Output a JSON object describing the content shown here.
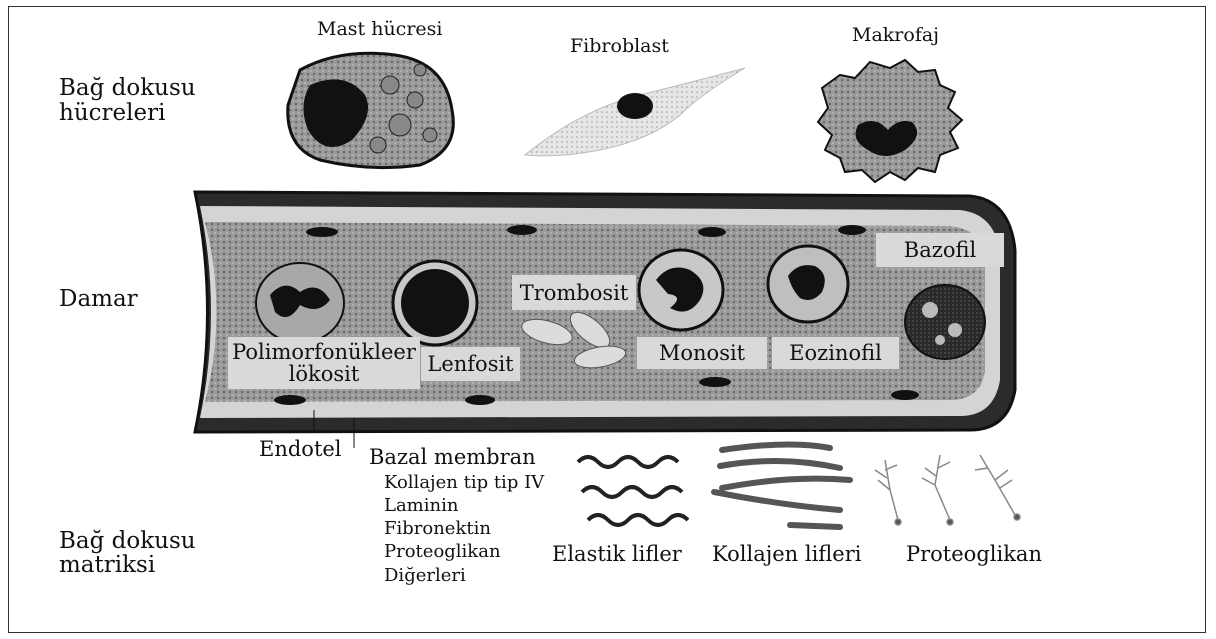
{
  "sections": {
    "cells_line1": "Bağ dokusu",
    "cells_line2": "hücreleri",
    "vessel": "Damar",
    "matrix_line1": "Bağ dokusu",
    "matrix_line2": "matriksi"
  },
  "top_cells": {
    "mast": "Mast hücresi",
    "fibroblast": "Fibroblast",
    "macrophage": "Makrofaj"
  },
  "vessel_cells": {
    "pmn_line1": "Polimorfonükleer",
    "pmn_line2": "lökosit",
    "lymphocyte": "Lenfosit",
    "thrombocyte": "Trombosit",
    "monocyte": "Monosit",
    "eosinophil": "Eozinofil",
    "basophil": "Bazofil"
  },
  "vessel_wall": {
    "endothelium": "Endotel",
    "basal_membrane": "Bazal membran",
    "bm_components": [
      "Kollajen tip tip IV",
      "Laminin",
      "Fibronektin",
      "Proteoglikan",
      "Diğerleri"
    ]
  },
  "matrix_fibers": {
    "elastic": "Elastik lifler",
    "collagen": "Kollajen lifleri",
    "proteoglycan": "Proteoglikan"
  }
}
